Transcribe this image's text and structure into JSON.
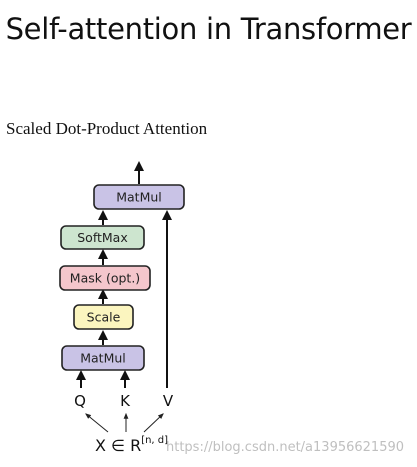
{
  "slide": {
    "title": "Self-attention in Transformer",
    "subtitle": "Scaled Dot-Product Attention"
  },
  "diagram": {
    "blocks": [
      {
        "id": "matmul-top",
        "label": "MatMul",
        "color": "#c9c3e6"
      },
      {
        "id": "softmax",
        "label": "SoftMax",
        "color": "#cde5cf"
      },
      {
        "id": "mask",
        "label": "Mask (opt.)",
        "color": "#f4c6cc"
      },
      {
        "id": "scale",
        "label": "Scale",
        "color": "#fbf5bf"
      },
      {
        "id": "matmul-bottom",
        "label": "MatMul",
        "color": "#c9c3e6"
      }
    ],
    "inputs": [
      {
        "id": "q",
        "label": "Q"
      },
      {
        "id": "k",
        "label": "K"
      },
      {
        "id": "v",
        "label": "V"
      }
    ],
    "source_formula": {
      "base": "X ∈ R",
      "superscript": "[n, d]"
    }
  },
  "watermark": "https://blog.csdn.net/a13956621590"
}
